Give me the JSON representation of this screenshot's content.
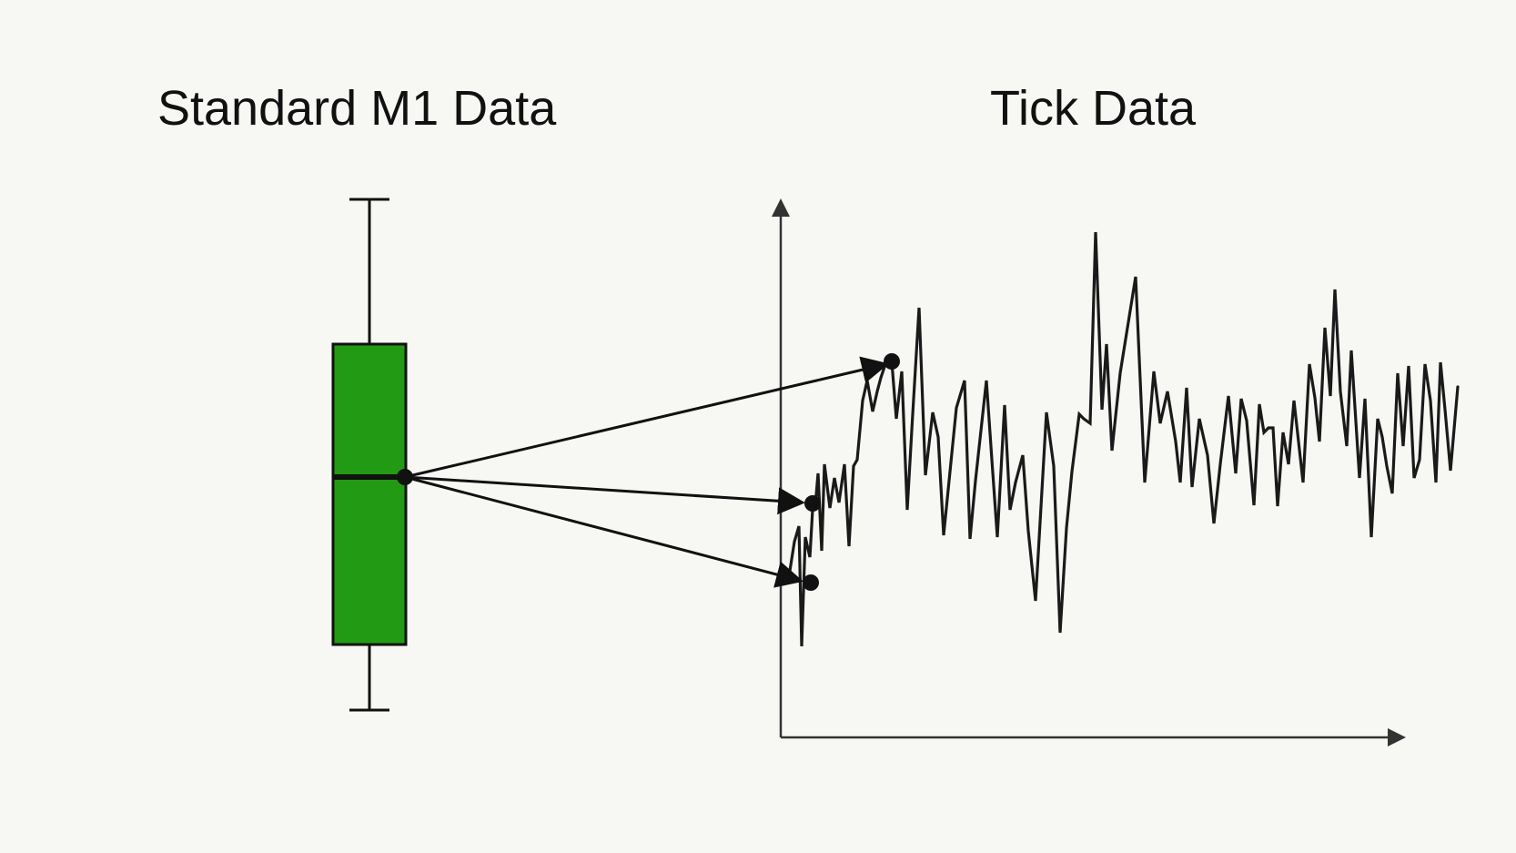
{
  "left_title": "Standard M1 Data",
  "right_title": "Tick Data",
  "colors": {
    "background": "#f7f7f4",
    "candle_body": "#239a13",
    "ink": "#111111"
  },
  "candle": {
    "type": "bullish-candlestick",
    "marker": "close-price-dot"
  },
  "tick_chart": {
    "axes": "x-y-arrows",
    "mapped_ticks": 3
  }
}
